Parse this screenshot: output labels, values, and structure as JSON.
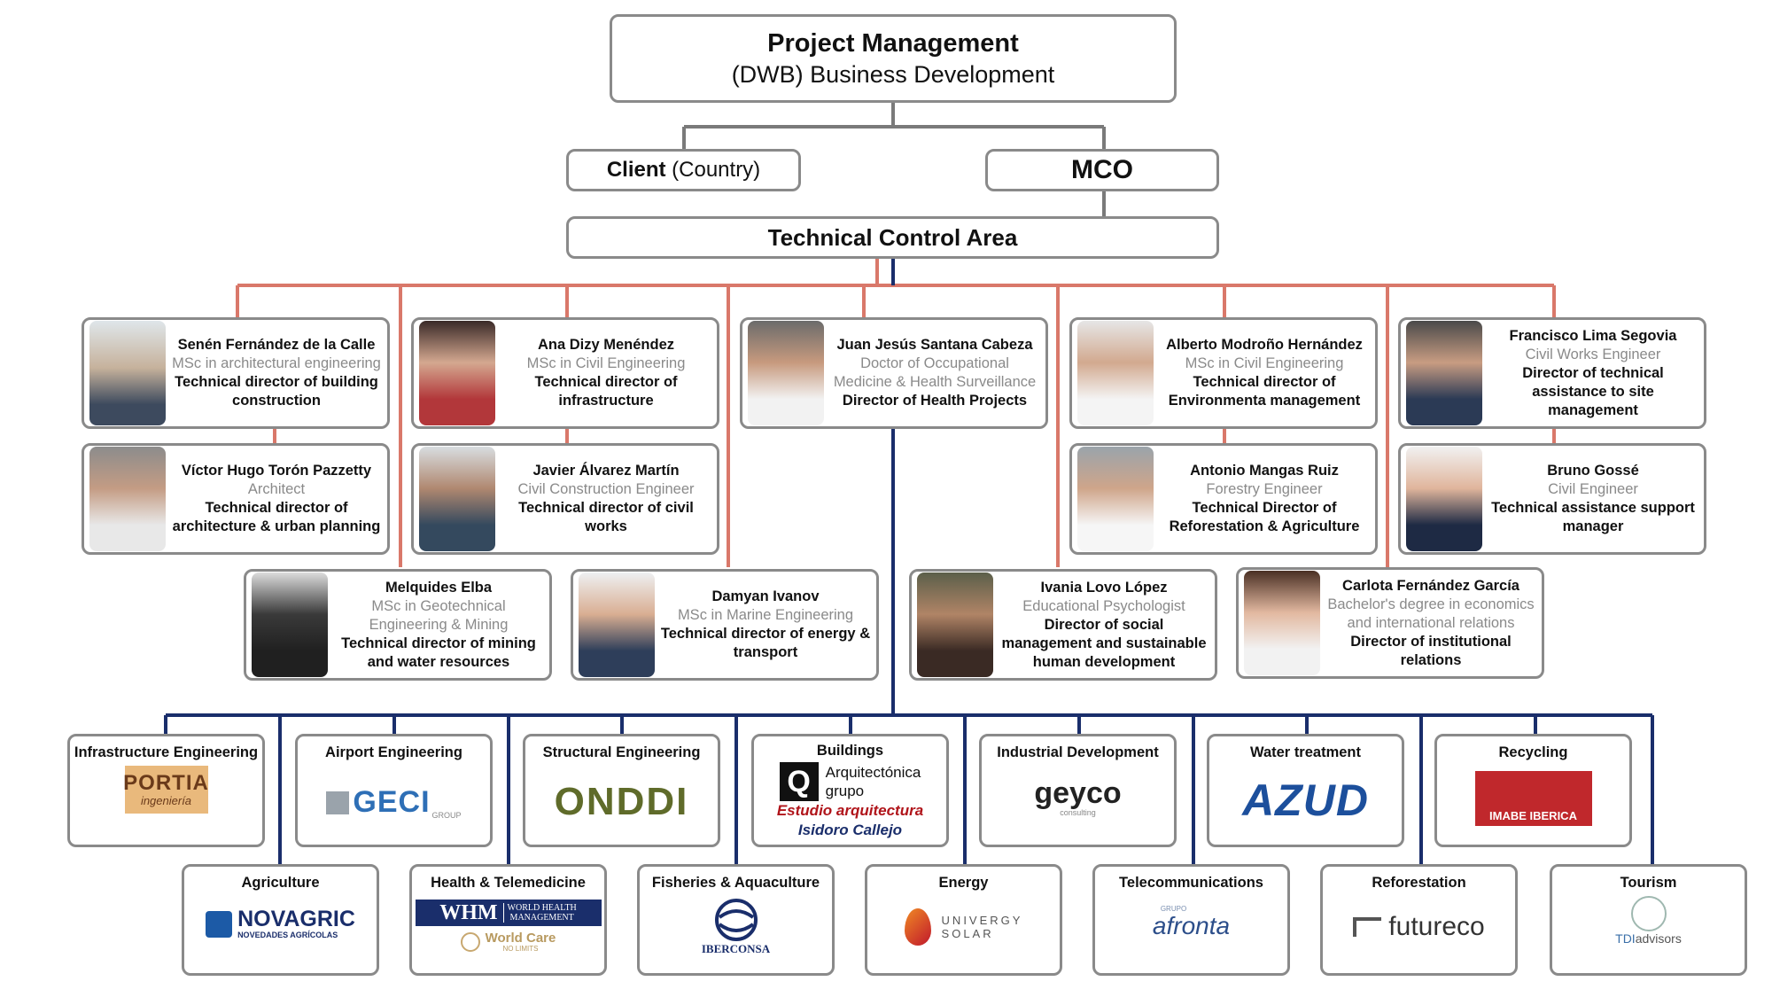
{
  "top": {
    "title": "Project Management",
    "subtitle": "(DWB) Business Development"
  },
  "client": {
    "bold": "Client",
    "rest": " (Country)"
  },
  "mco": "MCO",
  "tca": "Technical Control Area",
  "people": [
    {
      "name": "Senén Fernández de la Calle",
      "degree": "MSc in architectural engineering",
      "role": "Technical director of  building construction"
    },
    {
      "name": "Víctor Hugo Torón Pazzetty",
      "degree": "Architect",
      "role": "Technical director of architecture & urban planning"
    },
    {
      "name": "Ana Dizy Menéndez",
      "degree": "MSc in Civil Engineering",
      "role": "Technical director of infrastructure"
    },
    {
      "name": "Javier Álvarez Martín",
      "degree": "Civil Construction Engineer",
      "role": "Technical director of civil works"
    },
    {
      "name": "Juan Jesús Santana Cabeza",
      "degree": "Doctor of Occupational Medicine & Health Surveillance",
      "role": "Director of Health Projects"
    },
    {
      "name": "Alberto Modroño Hernández",
      "degree": "MSc in Civil Engineering",
      "role": "Technical director of Environmenta management"
    },
    {
      "name": "Antonio Mangas Ruiz",
      "degree": "Forestry Engineer",
      "role": "Technical Director of Reforestation & Agriculture"
    },
    {
      "name": "Francisco Lima Segovia",
      "degree": "Civil Works Engineer",
      "role": "Director of technical assistance to site management"
    },
    {
      "name": "Bruno Gossé",
      "degree": "Civil Engineer",
      "role": "Technical assistance support manager"
    },
    {
      "name": "Melquides Elba",
      "degree": "MSc in Geotechnical Engineering & Mining",
      "role": "Technical director of mining and water resources"
    },
    {
      "name": "Damyan Ivanov",
      "degree": "MSc in Marine Engineering",
      "role": "Technical director of energy & transport"
    },
    {
      "name": "Ivania Lovo López",
      "degree": "Educational Psychologist",
      "role": "Director of social management and sustainable human development"
    },
    {
      "name": "Carlota Fernández García",
      "degree": "Bachelor's degree in economics and international relations",
      "role": "Director of institutional relations"
    }
  ],
  "sectors": [
    {
      "title": "Infrastructure Engineering",
      "logo": "PORTIA",
      "logo_sub": "ingeniería"
    },
    {
      "title": "Airport Engineering",
      "logo": "GECI",
      "logo_sub": "GROUP"
    },
    {
      "title": "Structural Engineering",
      "logo": "ONDDI"
    },
    {
      "title": "Buildings",
      "logo_line1": "Arquitectónica",
      "logo_line2": "grupo",
      "logo_red": "Estudio arquitectura",
      "logo_blue": "Isidoro Callejo"
    },
    {
      "title": "Industrial Development",
      "logo": "geyco",
      "logo_sub": "consulting"
    },
    {
      "title": "Water treatment",
      "logo": "AZUD"
    },
    {
      "title": "Recycling",
      "logo": "IMABE IBERICA"
    },
    {
      "title": "Agriculture",
      "logo": "NOVAGRIC",
      "logo_sub": "NOVEDADES AGRÍCOLAS"
    },
    {
      "title": "Health & Telemedicine",
      "logo": "WHM",
      "logo_side1": "WORLD HEALTH",
      "logo_side2": "MANAGEMENT",
      "logo2": "World Care",
      "logo2_sub": "NO LIMITS"
    },
    {
      "title": "Fisheries & Aquaculture",
      "logo": "IBERCONSA"
    },
    {
      "title": "Energy",
      "logo": "UNIVERGY",
      "logo_sub": "SOLAR"
    },
    {
      "title": "Telecommunications",
      "logo": "afronta",
      "logo_sub": "GRUPO"
    },
    {
      "title": "Reforestation",
      "logo": "futureco"
    },
    {
      "title": "Tourism",
      "logo": "TDI",
      "logo_sub": "advisors"
    }
  ],
  "colors": {
    "red_connector": "#d9786a",
    "navy_connector": "#1a2e6b",
    "box_border": "#8a8a8a",
    "azud_blue": "#1c4f9c",
    "imabe_red": "#c0282c",
    "onddi_green": "#6a7a2a"
  }
}
